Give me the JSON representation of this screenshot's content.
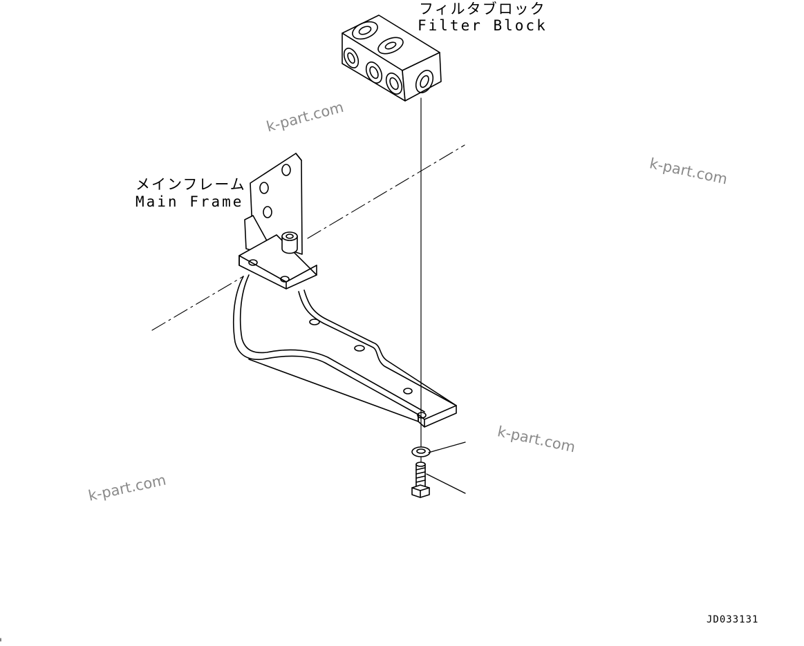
{
  "labels": {
    "filter_block_jp": "フィルタブロック",
    "filter_block_en": "Filter Block",
    "main_frame_jp": "メインフレーム",
    "main_frame_en": "Main Frame"
  },
  "watermarks": [
    "k-part.com",
    "k-part.com",
    "k-part.com",
    "k-part.com"
  ],
  "document_number": "JD033131",
  "colors": {
    "line": "#000000",
    "watermark": "#8a8a8a",
    "background": "#ffffff"
  }
}
